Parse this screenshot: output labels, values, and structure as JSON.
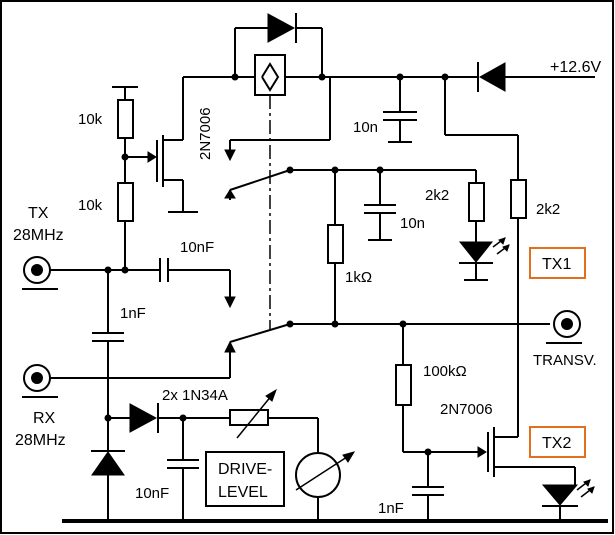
{
  "labels": {
    "supply": "+12.6V",
    "tx_port": "TX",
    "tx_freq": "28MHz",
    "rx_port": "RX",
    "rx_freq": "28MHz",
    "transv_port": "TRANSV.",
    "drive_level_line1": "DRIVE-",
    "drive_level_line2": "LEVEL",
    "diodes": "2x 1N34A",
    "fet_top": "2N7006",
    "fet_bottom": "2N7006",
    "r_bias_top": "10k",
    "r_bias_bottom": "10k",
    "c_coupling": "10nF",
    "c_input": "1nF",
    "c_relay": "10n",
    "c_switch": "10n",
    "r_led1": "2k2",
    "r_led2": "2k2",
    "r_1k": "1kΩ",
    "r_100k": "100kΩ",
    "c_gate": "1nF",
    "c_detector": "10nF",
    "tx1_box": "TX1",
    "tx2_box": "TX2"
  },
  "colors": {
    "line": "#000000",
    "indicator_box": "#e07020",
    "background": "#ffffff"
  }
}
